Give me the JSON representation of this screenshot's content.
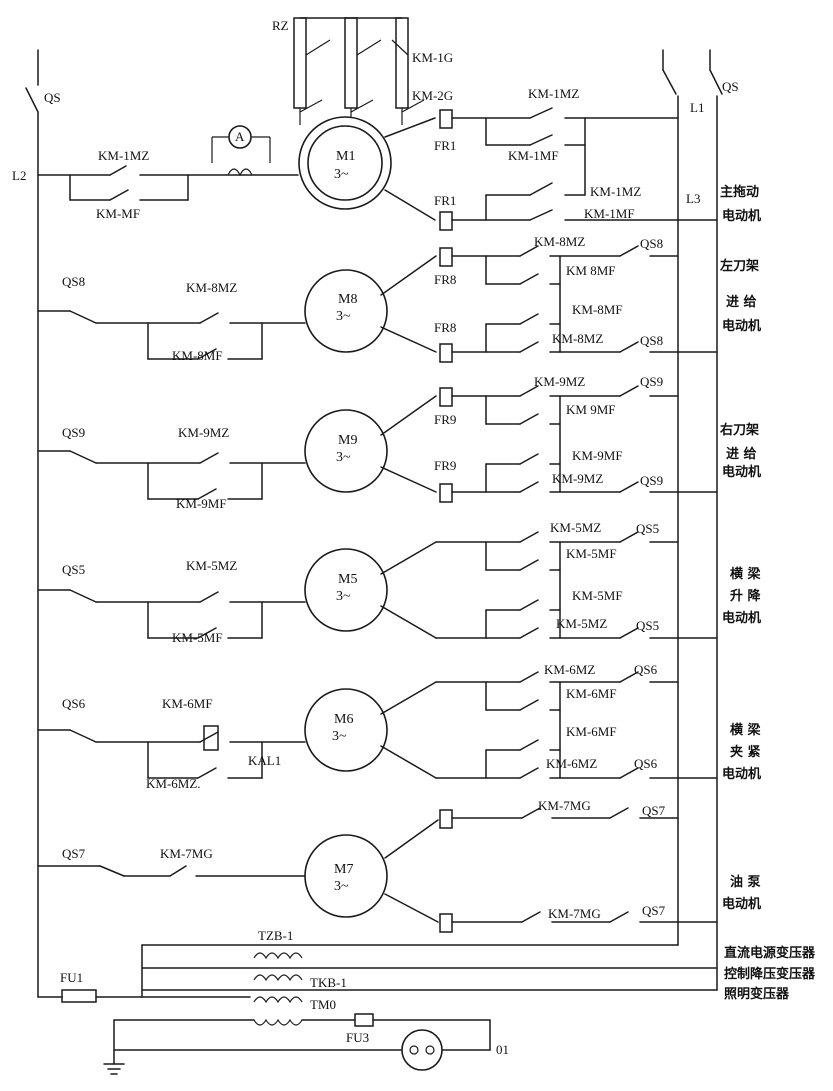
{
  "bus": {
    "qs_left": "QS",
    "qs_right": "QS",
    "l1": "L1",
    "l2": "L2",
    "l3": "L3"
  },
  "m1": {
    "motor": "M1",
    "phase": "3~",
    "rz": "RZ",
    "km_1g": "KM-1G",
    "km_2g": "KM-2G",
    "ammeter": "A",
    "ctrl_top": "KM-1MZ",
    "ctrl_bot": "KM-MF",
    "fr_top": "FR1",
    "fr_bot": "FR1",
    "c1": "KM-1MZ",
    "c2": "KM-1MF",
    "c3": "KM-1MZ",
    "c4": "KM-1MF",
    "desc": [
      "主拖动",
      "电动机"
    ]
  },
  "m8": {
    "motor": "M8",
    "phase": "3~",
    "qs": "QS8",
    "ctrl_top": "KM-8MZ",
    "ctrl_bot": "KM-8MF",
    "fr_top": "FR8",
    "fr_bot": "FR8",
    "c1": "KM-8MZ",
    "c2": "KM 8MF",
    "c3": "KM-8MF",
    "c4": "KM-8MZ",
    "qs_top": "QS8",
    "qs_bot": "QS8",
    "desc": [
      "左刀架",
      "进  给",
      "电动机"
    ]
  },
  "m9": {
    "motor": "M9",
    "phase": "3~",
    "qs": "QS9",
    "ctrl_top": "KM-9MZ",
    "ctrl_bot": "KM-9MF",
    "fr_top": "FR9",
    "fr_bot": "FR9",
    "c1": "KM-9MZ",
    "c2": "KM 9MF",
    "c3": "KM-9MF",
    "c4": "KM-9MZ",
    "qs_top": "QS9",
    "qs_bot": "QS9",
    "desc": [
      "右刀架",
      "进  给",
      "电动机"
    ]
  },
  "m5": {
    "motor": "M5",
    "phase": "3~",
    "qs": "QS5",
    "ctrl_top": "KM-5MZ",
    "ctrl_bot": "KM-5MF",
    "c1": "KM-5MZ",
    "c2": "KM-5MF",
    "c3": "KM-5MF",
    "c4": "KM-5MZ",
    "qs_top": "QS5",
    "qs_bot": "QS5",
    "desc": [
      "横  梁",
      "升  降",
      "电动机"
    ]
  },
  "m6": {
    "motor": "M6",
    "phase": "3~",
    "qs": "QS6",
    "ctrl_top": "KM-6MF",
    "relay": "KAL1",
    "ctrl_bot": "KM-6MZ.",
    "c1": "KM-6MZ",
    "c2": "KM-6MF",
    "c3": "KM-6MF",
    "c4": "KM-6MZ",
    "qs_top": "QS6",
    "qs_bot": "QS6",
    "desc": [
      "横  梁",
      "夹  紧",
      "电动机"
    ]
  },
  "m7": {
    "motor": "M7",
    "phase": "3~",
    "qs": "QS7",
    "ctrl": "KM-7MG",
    "c1": "KM-7MG",
    "c2": "KM-7MG",
    "qs_top": "QS7",
    "qs_bot": "QS7",
    "desc": [
      "油  泵",
      "电动机"
    ]
  },
  "transformers": {
    "fu1": "FU1",
    "tzb": "TZB-1",
    "tkb": "TKB-1",
    "tm0": "TM0",
    "fu3": "FU3",
    "lamp": "01",
    "desc": [
      "直流电源变压器",
      "控制降压变压器",
      "照明变压器"
    ]
  }
}
